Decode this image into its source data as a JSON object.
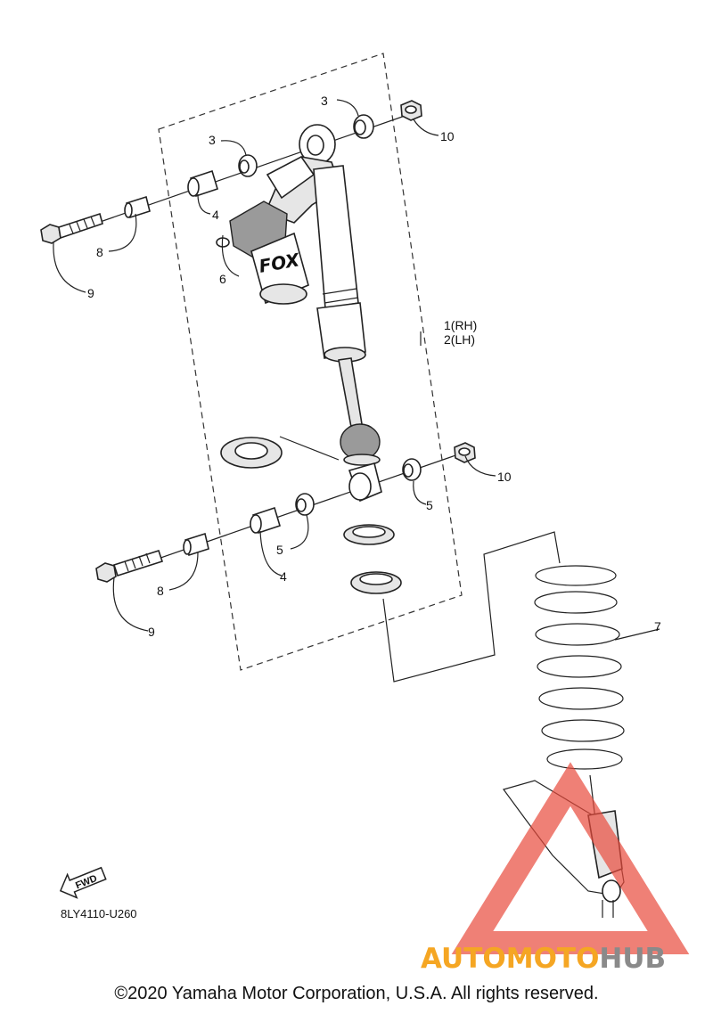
{
  "callouts": {
    "c1": "1(RH)",
    "c2": "2(LH)",
    "c3a": "3",
    "c3b": "3",
    "c4a": "4",
    "c4b": "4",
    "c5a": "5",
    "c5b": "5",
    "c6": "6",
    "c7": "7",
    "c8a": "8",
    "c8b": "8",
    "c9a": "9",
    "c9b": "9",
    "c10a": "10",
    "c10b": "10"
  },
  "fwd_label": "FWD",
  "diagram_code": "8LY4110-U260",
  "shock_brand": "FOX",
  "watermark": {
    "part1": "AUTO",
    "part2": "MOTO",
    "part3": "HUB"
  },
  "copyright": "©2020 Yamaha Motor Corporation, U.S.A. All rights reserved.",
  "colors": {
    "watermark_red": "#e84a3c",
    "watermark_orange": "#f5a623",
    "watermark_gray": "#8a8a8a",
    "line": "#222222"
  }
}
